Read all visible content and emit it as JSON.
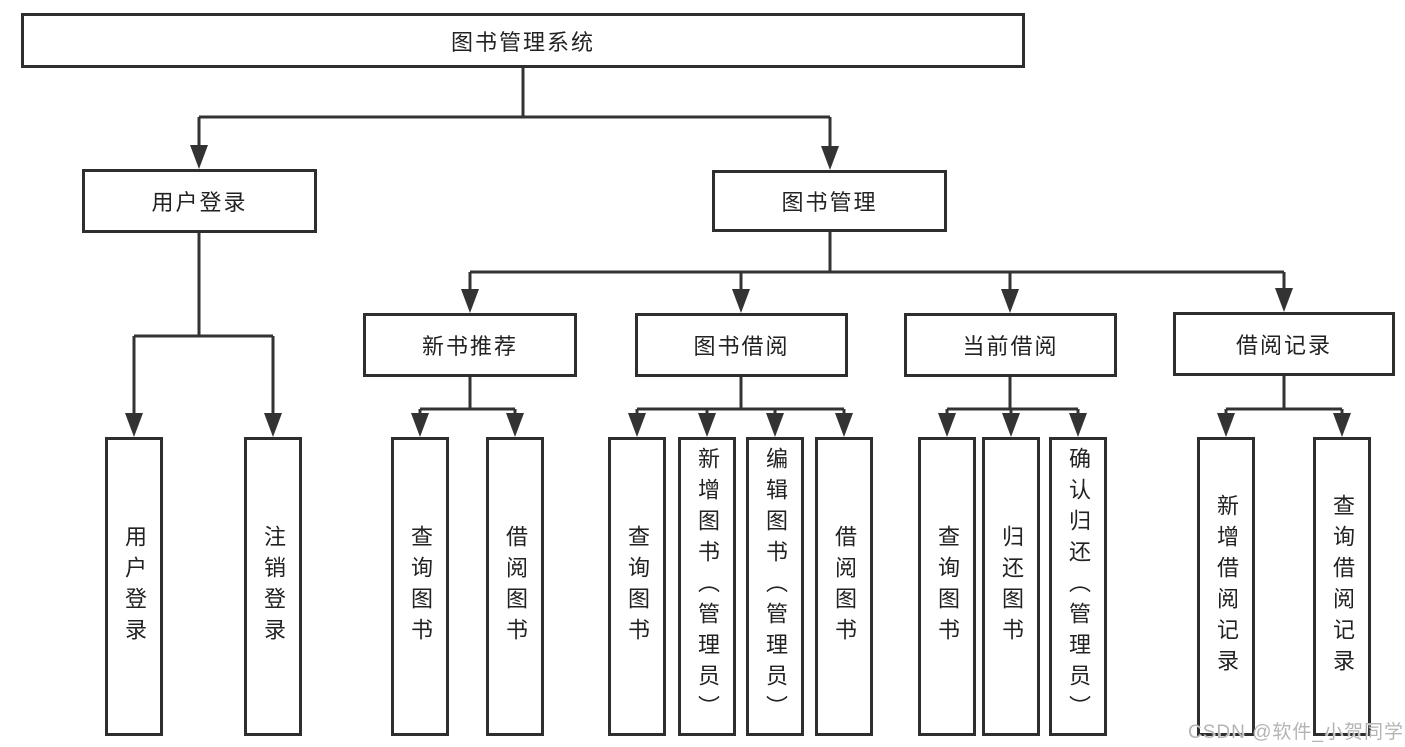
{
  "diagram": {
    "root": {
      "label": "图书管理系统"
    },
    "branches": [
      {
        "label": "用户登录",
        "children": [
          {
            "label": "用户登录"
          },
          {
            "label": "注销登录"
          }
        ]
      },
      {
        "label": "图书管理",
        "children": [
          {
            "label": "新书推荐",
            "children": [
              {
                "label": "查询图书"
              },
              {
                "label": "借阅图书"
              }
            ]
          },
          {
            "label": "图书借阅",
            "children": [
              {
                "label": "查询图书"
              },
              {
                "label": "新增图书（管理员）"
              },
              {
                "label": "编辑图书（管理员）"
              },
              {
                "label": "借阅图书"
              }
            ]
          },
          {
            "label": "当前借阅",
            "children": [
              {
                "label": "查询图书"
              },
              {
                "label": "归还图书"
              },
              {
                "label": "确认归还（管理员）"
              }
            ]
          },
          {
            "label": "借阅记录",
            "children": [
              {
                "label": "新增借阅记录"
              },
              {
                "label": "查询借阅记录"
              }
            ]
          }
        ]
      }
    ],
    "watermark": "CSDN @软件_小贺同学",
    "colors": {
      "line": "#333333",
      "border": "#2e2e2e",
      "text": "#222222",
      "watermark": "#b4b4b4",
      "background": "#ffffff"
    }
  }
}
